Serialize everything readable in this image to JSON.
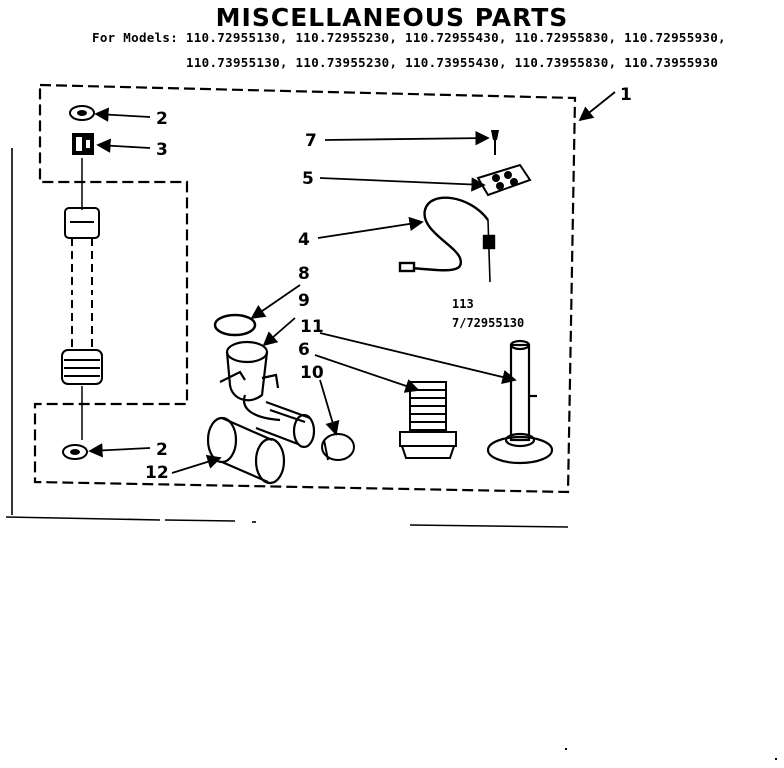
{
  "title": "MISCELLANEOUS PARTS",
  "models_line_1": "For Models: 110.72955130, 110.72955230, 110.72955430, 110.72955830, 110.72955930,",
  "models_line_2": "110.73955130, 110.73955230, 110.73955430, 110.73955830, 110.73955930",
  "callouts": {
    "c1": "1",
    "c2a": "2",
    "c2b": "2",
    "c3": "3",
    "c4": "4",
    "c5": "5",
    "c6": "6",
    "c7": "7",
    "c8": "8",
    "c9": "9",
    "c10": "10",
    "c11": "11",
    "c12": "12"
  },
  "diagram_id_line_1": "113",
  "diagram_id_line_2": "7/72955130"
}
